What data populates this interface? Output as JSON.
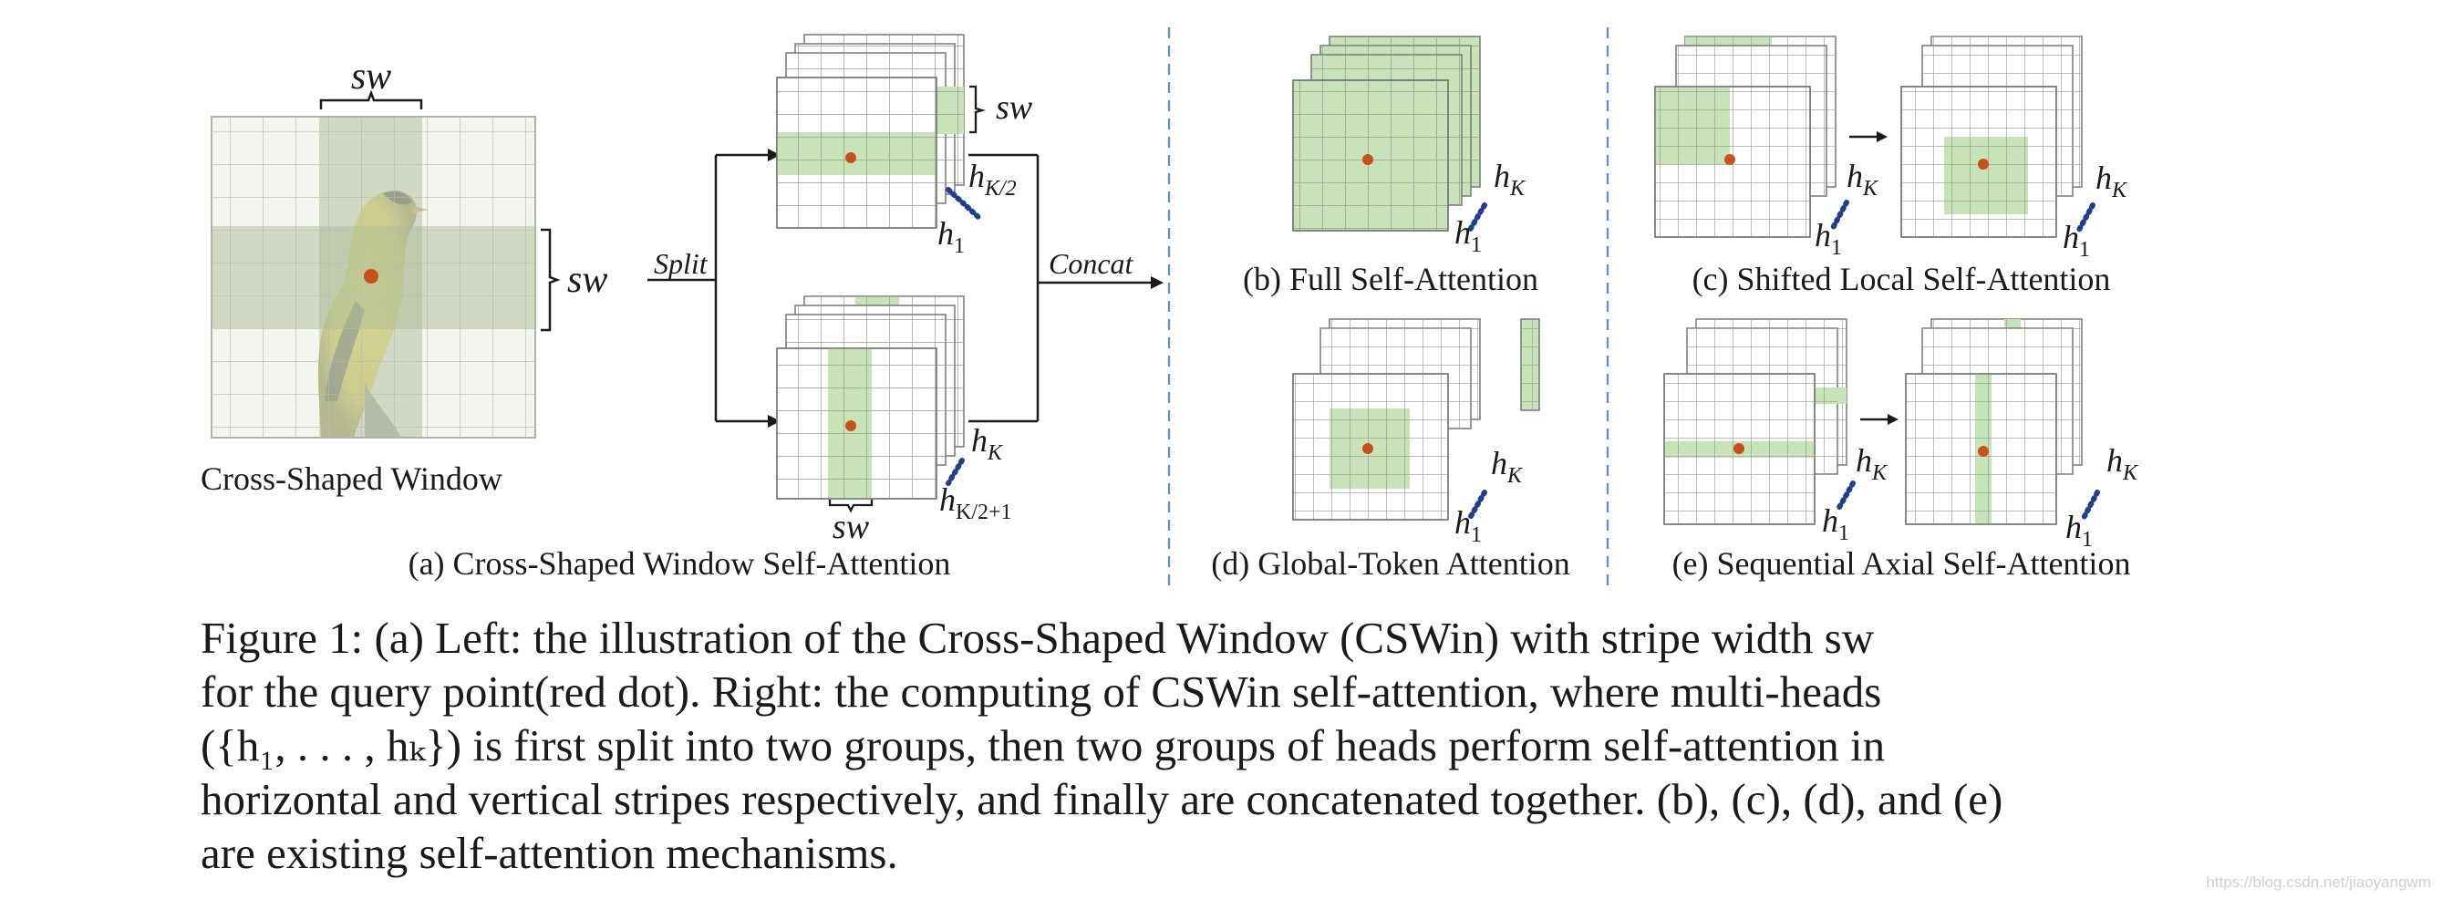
{
  "figure": {
    "sw_top": "sw",
    "sw_side": "sw",
    "sw_right_top": "sw",
    "sw_bottom": "sw",
    "split_label": "Split",
    "concat_label": "Concat",
    "cross_window_caption": "Cross-Shaped Window",
    "panel_a_caption": "(a) Cross-Shaped Window Self-Attention",
    "panel_b_caption": "(b) Full Self-Attention",
    "panel_c_caption": "(c) Shifted Local Self-Attention",
    "panel_d_caption": "(d) Global-Token Attention",
    "panel_e_caption": "(e) Sequential Axial Self-Attention",
    "head_first": "h",
    "head_first_sub": "1",
    "head_last": "h",
    "head_last_sub": "K",
    "head_half": "h",
    "head_half_sub": "K/2",
    "head_half_plus": "h",
    "head_half_plus_sub": "K/2+1"
  },
  "caption": {
    "lines": [
      "Figure 1: (a) Left: the illustration of the Cross-Shaped Window (CSWin) with stripe width sw",
      "for the query point(red dot). Right: the computing of CSWin self-attention, where multi-heads",
      "({h₁, . . . , hₖ}) is first split into two groups, then two groups of heads perform self-attention in",
      "horizontal and vertical stripes respectively, and finally are concatenated together. (b), (c), (d), and (e)",
      "are existing self-attention mechanisms."
    ]
  },
  "watermark": "https://blog.csdn.net/jiaoyangwm",
  "colors": {
    "stripe_green": "#c8e3b8",
    "grid_line": "#9a9a9a",
    "query_dot": "#c8501c",
    "head_dots": "#1f3f8f",
    "separator": "#5b8fd0"
  }
}
